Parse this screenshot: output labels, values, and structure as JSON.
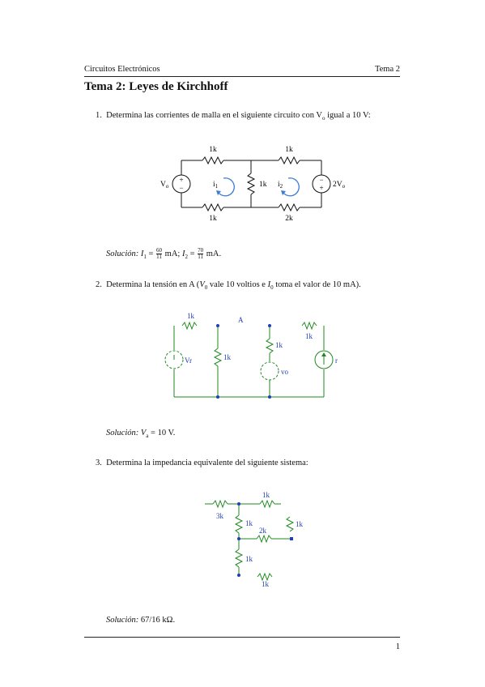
{
  "header": {
    "left": "Circuitos Electrónicos",
    "right": "Tema 2"
  },
  "title": "Tema 2: Leyes de Kirchhoff",
  "problems": [
    {
      "number": "1.",
      "text_before": "Determina las corrientes de malla en el siguiente circuito con V",
      "text_sub": "o",
      "text_after": " igual a 10 V:",
      "circuit": {
        "labels": {
          "r_top_left": "1k",
          "r_top_right": "1k",
          "r_middle": "1k",
          "r_bottom_left": "1k",
          "r_bottom_right": "2k",
          "source_left": "V",
          "source_left_sub": "o",
          "source_right": "2V",
          "source_right_sub": "o",
          "mesh1": "i",
          "mesh1_sub": "1",
          "mesh2": "i",
          "mesh2_sub": "2",
          "plus": "+",
          "minus": "−"
        }
      },
      "solution": {
        "label": "Solución:",
        "i1": "I",
        "i1_sub": "1",
        "eq": " = ",
        "f1_num": "60",
        "f1_den": "11",
        "unit1": " mA; ",
        "i2": "I",
        "i2_sub": "2",
        "f2_num": "70",
        "f2_den": "11",
        "unit2": " mA."
      }
    },
    {
      "number": "2.",
      "text": "Determina la tensión en A (",
      "v0": "V",
      "v0_sub": "0",
      "text_mid": " vale 10 voltios e ",
      "i0": "I",
      "i0_sub": "0",
      "text_after": " toma el valor de 10 mA).",
      "circuit": {
        "labels": {
          "r_top_left": "1k",
          "node": "A",
          "r_top_right": "1k",
          "r_vertical_left": "1k",
          "r_vertical_middle": "1k",
          "source_left": "Vr",
          "source_middle": "vo",
          "source_right": "r"
        }
      },
      "solution": {
        "label": "Solución:",
        "var": "V",
        "var_sub": "a",
        "value": " = 10 V."
      }
    },
    {
      "number": "3.",
      "text": "Determina la impedancia equivalente del siguiente sistema:",
      "circuit": {
        "labels": {
          "r_left": "3k",
          "r_top": "1k",
          "r_vertical_upper": "1k",
          "r_middle": "2k",
          "r_right": "1k",
          "r_vertical_lower": "1k",
          "r_floating": "1k"
        }
      },
      "solution": {
        "label": "Solución:",
        "value": " 67/16 kΩ."
      }
    }
  ],
  "footer": {
    "page": "1"
  },
  "colors": {
    "circuit_green": "#1f8a1f",
    "node_blue": "#1e3fb5",
    "arrow_blue": "#3b7bd6",
    "text": "#111111"
  }
}
